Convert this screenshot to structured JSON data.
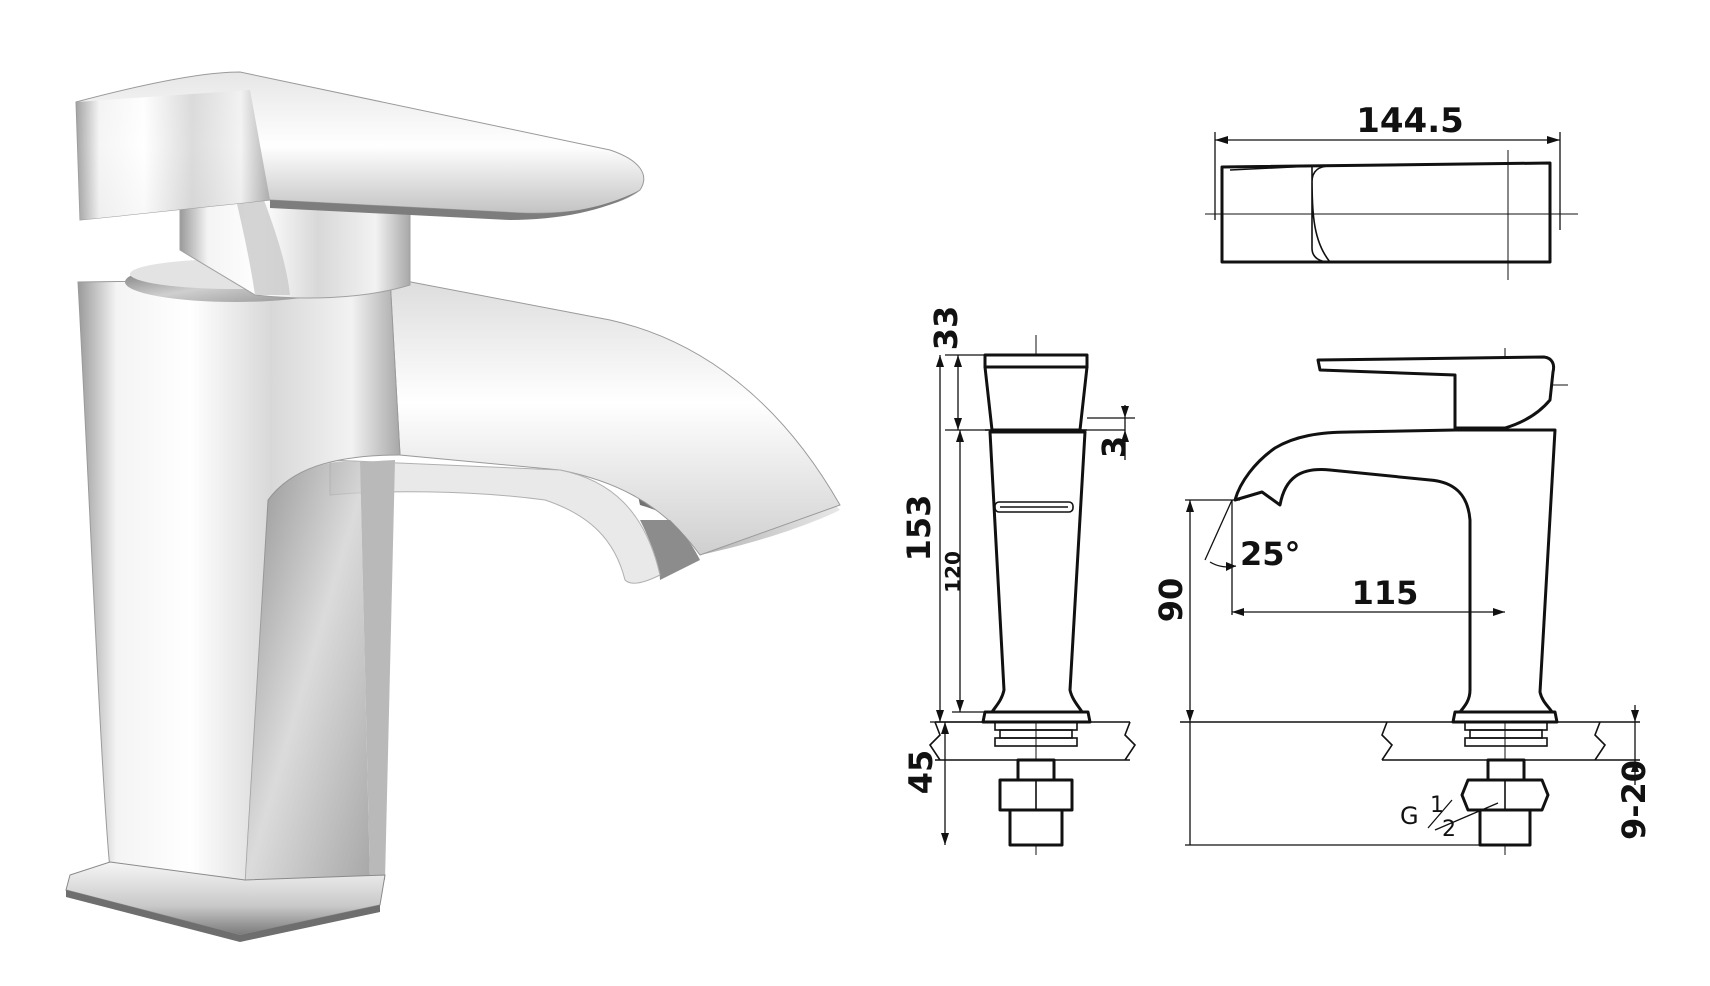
{
  "photo": {
    "label": "chrome single-lever basin mixer"
  },
  "dimensions": {
    "top_width": "144.5",
    "lever_height": "33",
    "gap": "3",
    "total_height": "153",
    "body_height": "120",
    "base_to_spout": "90",
    "spout_reach": "115",
    "spout_angle": "25°",
    "shank_length": "45",
    "deck_thickness": "9-20",
    "thread_prefix": "G",
    "thread_num": "1",
    "thread_den": "2"
  },
  "colors": {
    "line": "#111111",
    "background": "#ffffff"
  }
}
